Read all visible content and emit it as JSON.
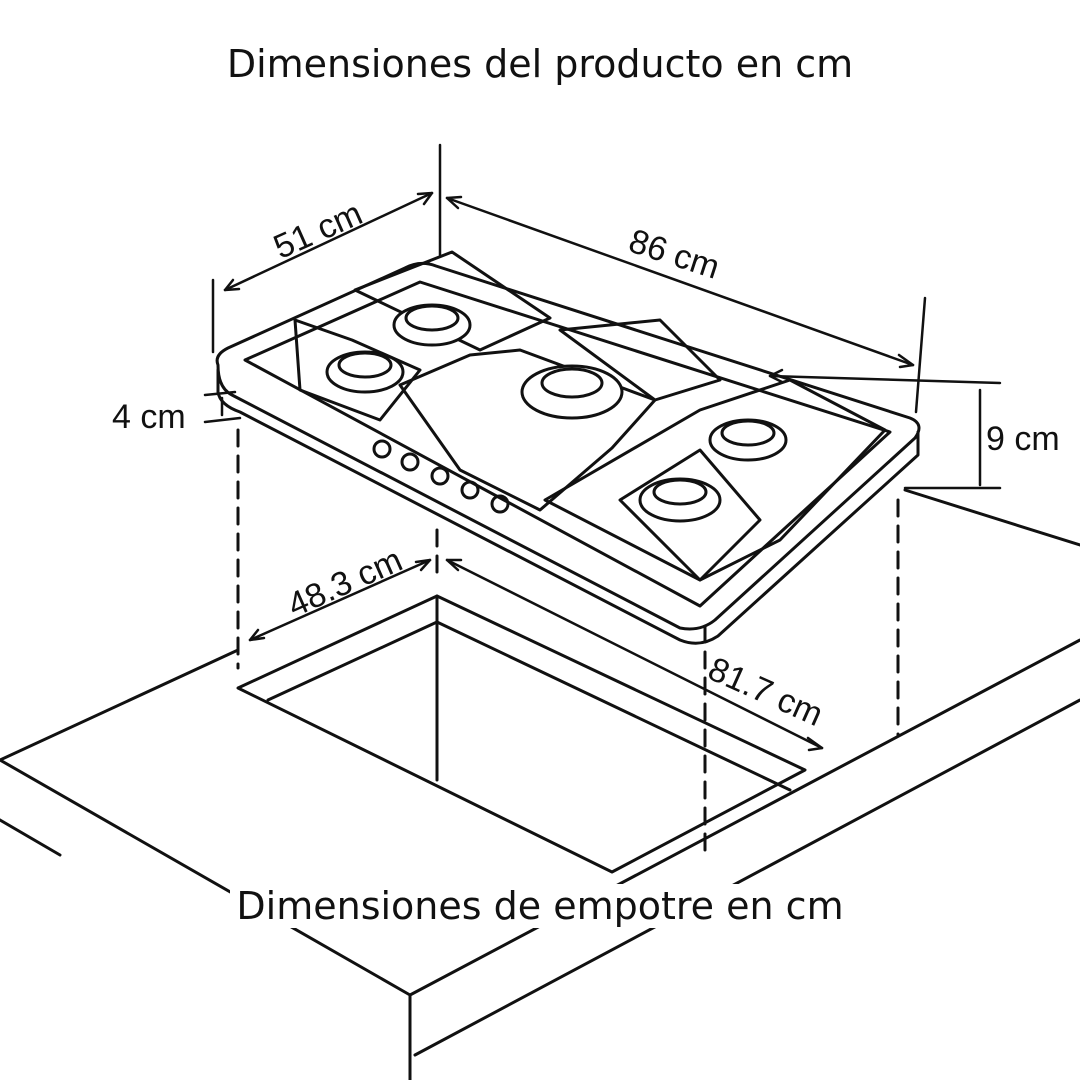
{
  "titles": {
    "product": "Dimensiones del producto en cm",
    "builtin": "Dimensiones de empotre en cm"
  },
  "dimensions": {
    "depth": "51 cm",
    "width": "86 cm",
    "thickness": "4 cm",
    "height": "9 cm",
    "cutout_depth": "48.3 cm",
    "cutout_width": "81.7 cm"
  }
}
